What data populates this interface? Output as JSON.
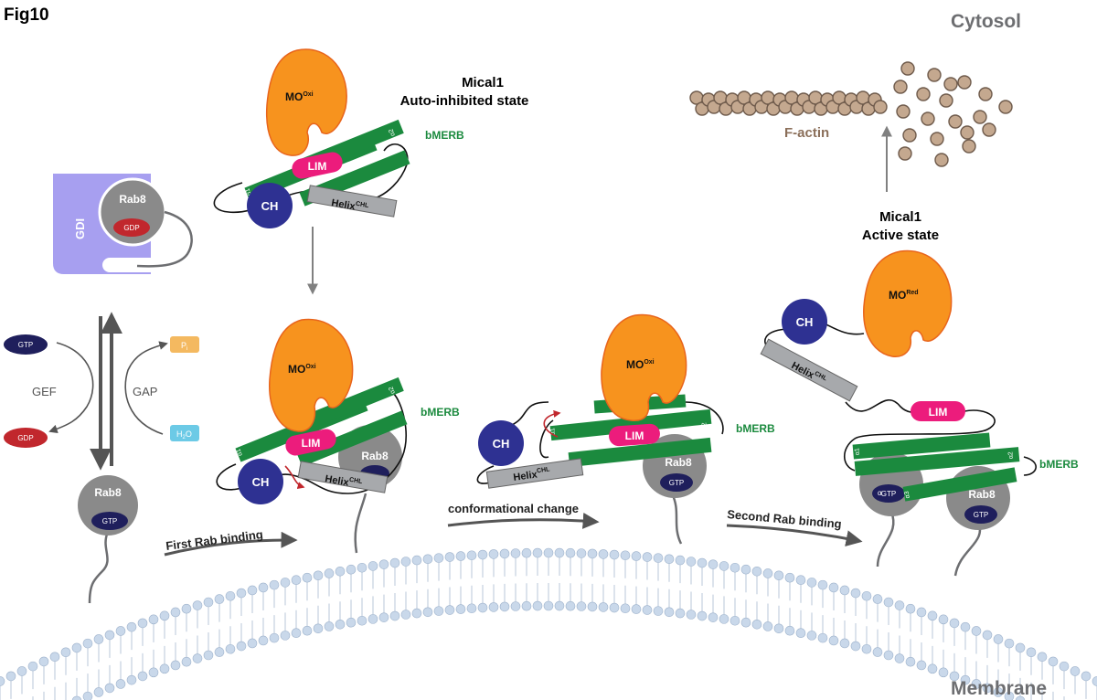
{
  "figure_label": "Fig10",
  "compartments": {
    "cytosol": "Cytosol",
    "membrane": "Membrane"
  },
  "states": {
    "autoinhibited": {
      "line1": "Mical1",
      "line2": "Auto-inhibited state"
    },
    "active": {
      "line1": "Mical1",
      "line2": "Active state"
    }
  },
  "domains": {
    "mo": "MO",
    "oxi": "Oxi",
    "red": "Red",
    "lim": "LIM",
    "ch": "CH",
    "helix": "Helix",
    "chl": "CHL",
    "bmerb": "bMERB",
    "a1": "α1",
    "a2": "α2",
    "a3": "α3",
    "ad": "α"
  },
  "rab": {
    "rab8": "Rab8",
    "gtp": "GTP",
    "gdp": "GDP",
    "gdi": "GDI"
  },
  "cycle": {
    "gef": "GEF",
    "gap": "GAP",
    "gtp": "GTP",
    "gdp": "GDP",
    "p": "P",
    "pi_sub": "i",
    "h2o": "H",
    "h2o_sub": "2",
    "h2o_o": "O"
  },
  "steps": {
    "first": "First Rab binding",
    "conformational": "conformational change",
    "second": "Second Rab binding"
  },
  "factin": "F-actin",
  "colors": {
    "mo": "#f7931e",
    "mo_stroke": "#e8641c",
    "bmerb": "#1b8a3e",
    "lim": "#ec1c7c",
    "ch": "#2e3192",
    "helix": "#a7a9ac",
    "rab": "#8a8a8a",
    "gtp": "#1f1f5c",
    "gdp": "#c1272d",
    "gdi": "#a79ff0",
    "pi": "#f4b960",
    "h2o": "#6ccae6",
    "actin": "#c4a88f",
    "membrane": "#c9d8ea"
  }
}
